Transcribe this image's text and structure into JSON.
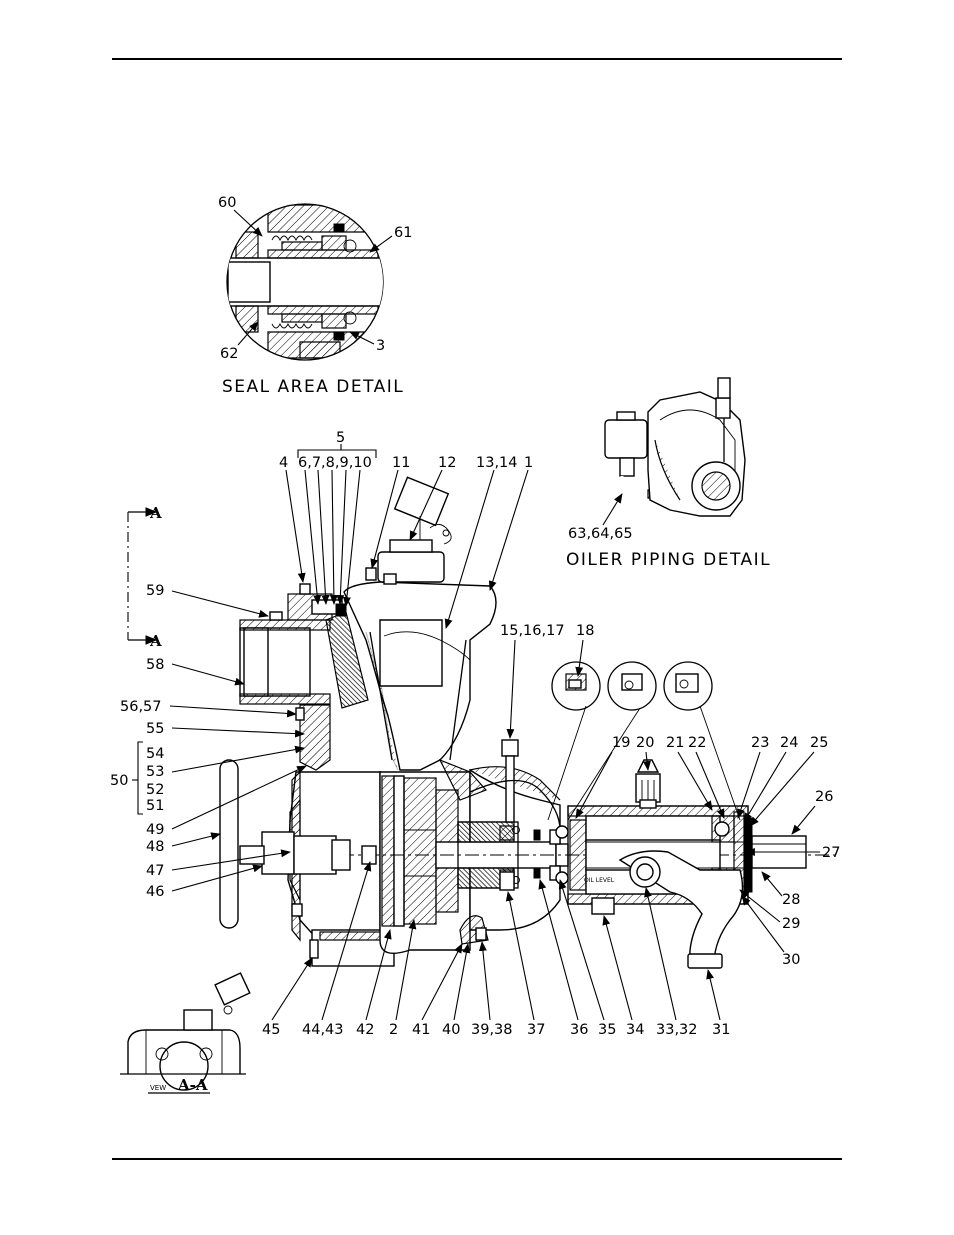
{
  "captions": {
    "seal_area_detail": "SEAL  AREA  DETAIL",
    "oiler_piping_detail": "OILER  PIPING  DETAIL",
    "view_prefix": "VEW",
    "view_name": "A-A",
    "section_marker_top": "A",
    "section_marker_bottom": "A",
    "oil_level": "OIL LEVEL"
  },
  "seal_detail_labels": [
    "60",
    "61",
    "62",
    "3"
  ],
  "oiler_detail_labels": [
    "63,64,65"
  ],
  "top_labels": {
    "group_5": "5",
    "l4": "4",
    "l6_10": "6,7,8,9,10",
    "l11": "11",
    "l12": "12",
    "l13_14": "13,14",
    "l1": "1",
    "l15_17": "15,16,17",
    "l18": "18",
    "l19": "19",
    "l20": "20",
    "l21": "21",
    "l22": "22",
    "l23": "23",
    "l24": "24",
    "l25": "25",
    "l26": "26"
  },
  "left_labels": {
    "l59": "59",
    "l58": "58",
    "l56_57": "56,57",
    "l55": "55",
    "group_50": "50",
    "l54": "54",
    "l53": "53",
    "l52": "52",
    "l51": "51",
    "l49": "49",
    "l48": "48",
    "l47": "47",
    "l46": "46"
  },
  "right_labels": {
    "l27": "27",
    "l28": "28",
    "l29": "29",
    "l30": "30"
  },
  "bottom_labels": [
    "45",
    "44,43",
    "42",
    "2",
    "41",
    "40",
    "39,38",
    "37",
    "36",
    "35",
    "34",
    "33,32",
    "31"
  ]
}
